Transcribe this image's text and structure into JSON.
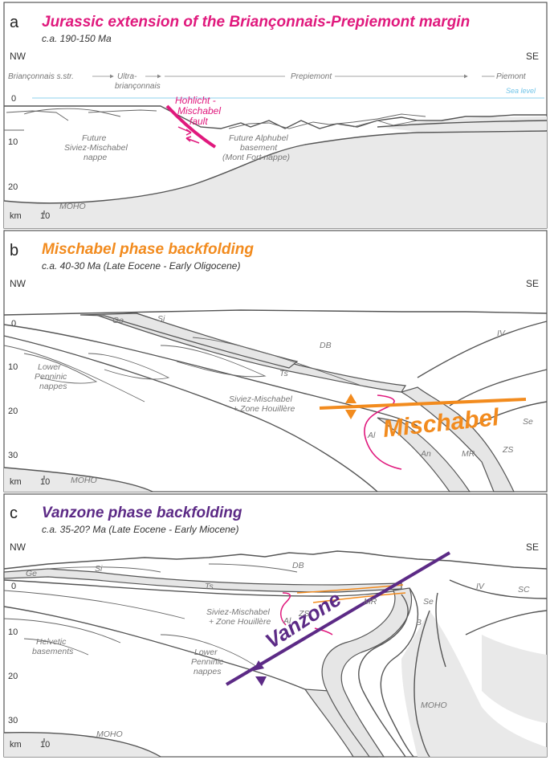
{
  "panels": [
    {
      "letter": "a",
      "title": "Jurassic extension of the Briançonnais-Prepiemont margin",
      "subtitle": "c.a. 190-150 Ma",
      "title_color": "#e0197d",
      "nw": "NW",
      "se": "SE",
      "domains": [
        "Briançonnais s.str.",
        "Ultra-",
        "briançonnais",
        "Prepiemont",
        "Piemont"
      ],
      "sea_level": "Sea level",
      "depth_ticks": [
        "0",
        "10",
        "20"
      ],
      "km": "km",
      "scale": "10",
      "moho": "MOHO",
      "fault_label": [
        "Hohlicht -",
        "Mischabel",
        "fault"
      ],
      "units": {
        "siviez": [
          "Future",
          "Siviez-Mischabel",
          "nappe"
        ],
        "alphubel": [
          "Future Alphubel",
          "basement",
          "(Mont Fort nappe)"
        ]
      }
    },
    {
      "letter": "b",
      "title": "Mischabel phase backfolding",
      "subtitle": "c.a. 40-30 Ma (Late Eocene - Early Oligocene)",
      "title_color": "#f28b1e",
      "nw": "NW",
      "se": "SE",
      "depth_ticks": [
        "0",
        "10",
        "20",
        "30"
      ],
      "km": "km",
      "scale": "10",
      "moho": "MOHO",
      "big_label": "Mischabel",
      "units": {
        "ge": "Ge",
        "si": "Si",
        "db": "DB",
        "iv": "IV",
        "ts": "Ts",
        "lower": [
          "Lower",
          "Penninic",
          "nappes"
        ],
        "siviez": [
          "Siviez-Mischabel",
          "+ Zone Houillère"
        ],
        "al": "Al",
        "an": "An",
        "mr": "MR",
        "zs": "ZS",
        "se": "Se"
      }
    },
    {
      "letter": "c",
      "title": "Vanzone phase backfolding",
      "subtitle": "c.a. 35-20? Ma (Late Eocene - Early Miocene)",
      "title_color": "#5c2a86",
      "nw": "NW",
      "se": "SE",
      "depth_ticks": [
        "0",
        "10",
        "20",
        "30"
      ],
      "km": "km",
      "scale": "10",
      "moho": "MOHO",
      "moho2": "MOHO",
      "big_label": "Vanzone",
      "units": {
        "ge": "Ge",
        "si": "Si",
        "db": "DB",
        "iv": "IV",
        "sc": "SC",
        "ts": "Ts",
        "siviez": [
          "Siviez-Mischabel",
          "+ Zone Houillère"
        ],
        "helvetic": [
          "Helvetic",
          "basements"
        ],
        "lower": [
          "Lower",
          "Penninic",
          "nappes"
        ],
        "al": "Al",
        "zs": "ZS",
        "mr": "MR",
        "se": "Se",
        "b": "B"
      }
    }
  ]
}
